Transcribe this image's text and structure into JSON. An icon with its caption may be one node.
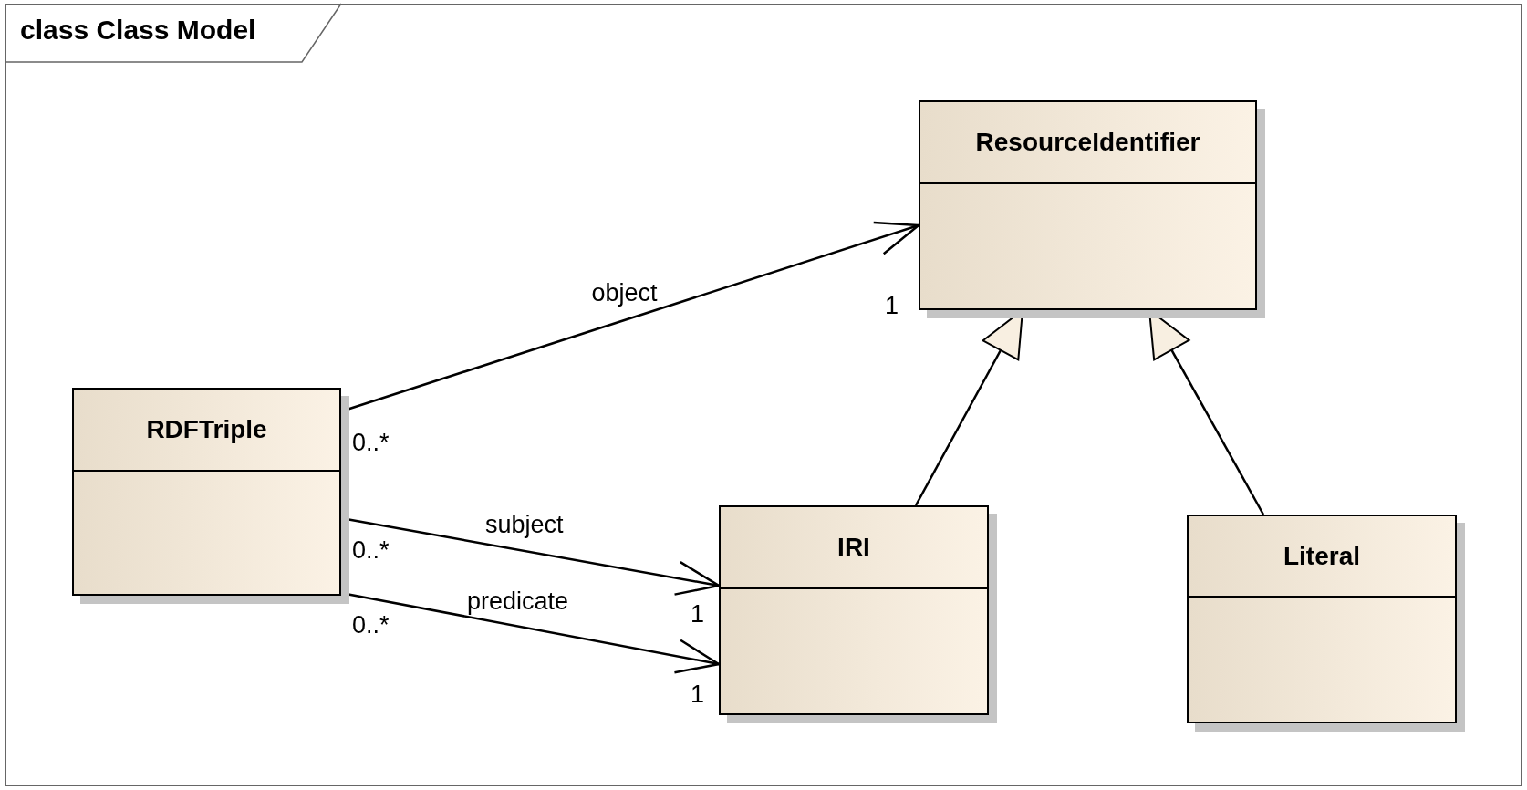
{
  "diagram": {
    "title": "class Class Model",
    "nodes": [
      {
        "text": [
          "ResourceIdentifier"
        ]
      },
      {
        "text": [
          "RDFTriple"
        ]
      },
      {
        "text": [
          "IRI"
        ]
      },
      {
        "text": [
          "Literal"
        ]
      }
    ],
    "edges": [
      {
        "from": 1,
        "to": 0,
        "arrow": "to",
        "label": "object"
      },
      {
        "from": 1,
        "to": 2,
        "arrow": "to",
        "label": "subject"
      },
      {
        "from": 1,
        "to": 2,
        "arrow": "to",
        "label": "predicate"
      },
      {
        "from": 2,
        "to": 0,
        "arrow": "to"
      },
      {
        "from": 3,
        "to": 0,
        "arrow": "to"
      }
    ],
    "labels": [
      "1",
      "0..*",
      "0..*",
      "1",
      "0..*",
      "1"
    ]
  }
}
